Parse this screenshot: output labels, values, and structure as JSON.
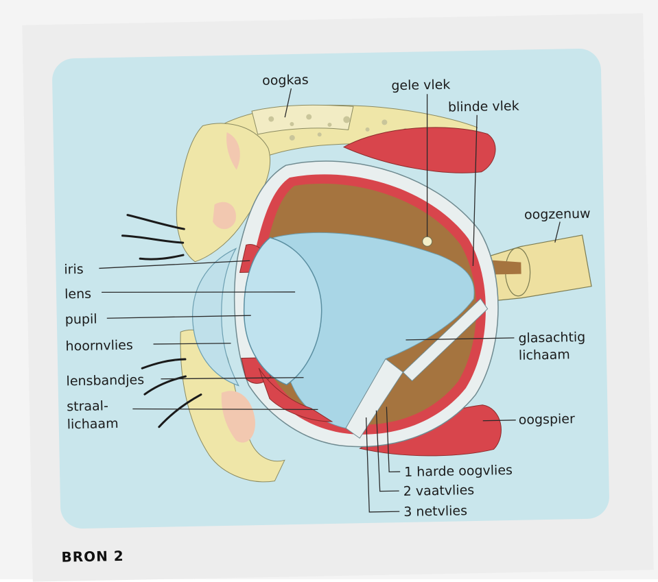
{
  "figure": {
    "source_label": "BRON 2",
    "labels": {
      "oogkas": "oogkas",
      "gele_vlek": "gele vlek",
      "blinde_vlek": "blinde vlek",
      "oogzenuw": "oogzenuw",
      "iris": "iris",
      "lens": "lens",
      "pupil": "pupil",
      "hoornvlies": "hoornvlies",
      "lensbandjes": "lensbandjes",
      "straal_1": "straal-",
      "straal_2": "lichaam",
      "glas_1": "glasachtig",
      "glas_2": "lichaam",
      "oogspier": "oogspier",
      "harde_oogvlies": "1 harde oogvlies",
      "vaatvlies": "2 vaatvlies",
      "netvlies": "3 netvlies"
    },
    "colors": {
      "panel": "#c9e6ec",
      "bone": "#efe6a8",
      "muscle": "#d8454c",
      "choroid": "#a5743f",
      "vitreous": "#a9d6e6",
      "sclera": "#e9efef",
      "nerve": "#eee0a0"
    }
  }
}
